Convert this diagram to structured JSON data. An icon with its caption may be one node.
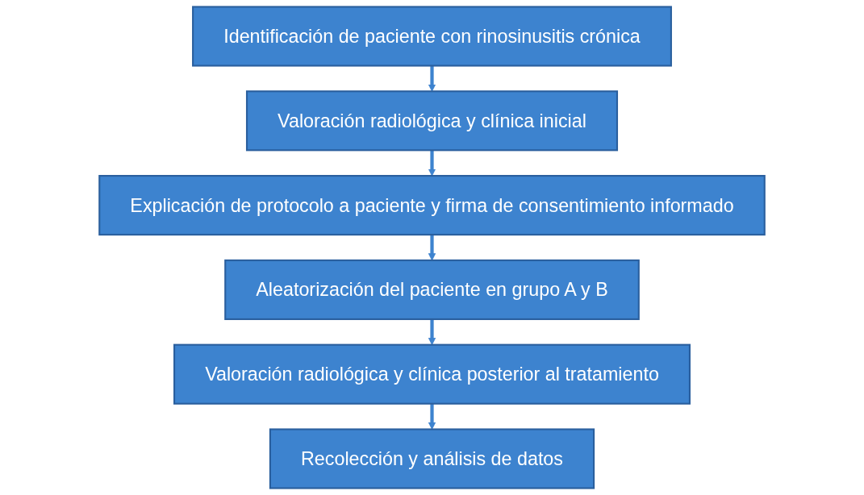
{
  "diagram": {
    "nodes": [
      {
        "text": [
          "Identificación de paciente con rinosinusitis crónica"
        ]
      },
      {
        "text": [
          "Valoración radiológica y clínica inicial"
        ]
      },
      {
        "text": [
          "Explicación de protocolo a paciente y firma de consentimiento informado"
        ]
      },
      {
        "text": [
          "Aleatorización del paciente en grupo A y B"
        ]
      },
      {
        "text": [
          "Valoración radiológica y clínica posterior al tratamiento"
        ]
      },
      {
        "text": [
          "Recolección y análisis de datos"
        ]
      }
    ],
    "edges": [
      {
        "from": 0,
        "to": 1,
        "arrow": "to"
      },
      {
        "from": 1,
        "to": 2,
        "arrow": "to"
      },
      {
        "from": 2,
        "to": 3,
        "arrow": "to"
      },
      {
        "from": 3,
        "to": 4,
        "arrow": "to"
      },
      {
        "from": 4,
        "to": 5,
        "arrow": "to"
      }
    ]
  }
}
